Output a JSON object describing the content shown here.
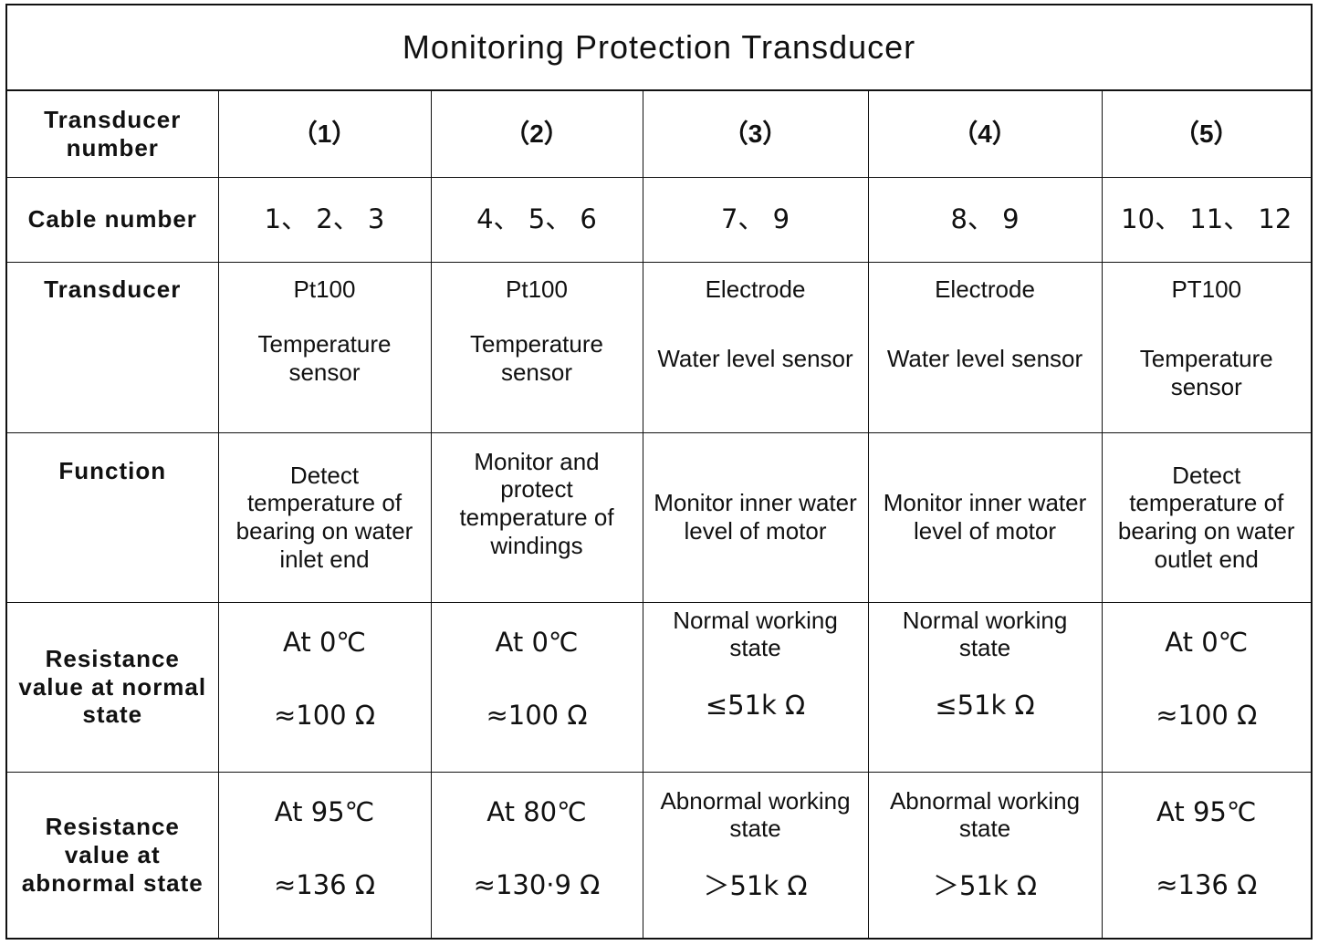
{
  "title": "Monitoring Protection Transducer",
  "headers": {
    "transducer_number": "Transducer number",
    "cable_number": "Cable number",
    "transducer": "Transducer",
    "function": "Function",
    "resistance_normal": "Resistance value at normal state",
    "resistance_abnormal": "Resistance value at abnormal state"
  },
  "columns": [
    {
      "number": "（1）",
      "cable": "1、 2、 3",
      "transducer_type": "Pt100",
      "transducer_desc": "Temperature sensor",
      "function": "Detect temperature of bearing on water inlet end",
      "normal_condition": "At 0℃",
      "normal_value": "≈100 Ω",
      "abnormal_condition": "At 95℃",
      "abnormal_value": "≈136 Ω"
    },
    {
      "number": "（2）",
      "cable": "4、 5、 6",
      "transducer_type": "Pt100",
      "transducer_desc": "Temperature sensor",
      "function": "Monitor and protect temperature of windings",
      "normal_condition": "At 0℃",
      "normal_value": "≈100 Ω",
      "abnormal_condition": "At 80℃",
      "abnormal_value": "≈130·9 Ω"
    },
    {
      "number": "（3）",
      "cable": "7、 9",
      "transducer_type": "Electrode",
      "transducer_desc": "Water level sensor",
      "function": "Monitor inner water level of motor",
      "normal_condition": "Normal working state",
      "normal_value": "≤51k Ω",
      "abnormal_condition": "Abnormal working state",
      "abnormal_value": "＞51k Ω"
    },
    {
      "number": "（4）",
      "cable": "8、 9",
      "transducer_type": "Electrode",
      "transducer_desc": "Water level sensor",
      "function": "Monitor inner water level of motor",
      "normal_condition": "Normal working state",
      "normal_value": "≤51k Ω",
      "abnormal_condition": "Abnormal working state",
      "abnormal_value": "＞51k Ω"
    },
    {
      "number": "（5）",
      "cable": "10、 11、 12",
      "transducer_type": "PT100",
      "transducer_desc": "Temperature sensor",
      "function": "Detect temperature of bearing on water outlet end",
      "normal_condition": "At 0℃",
      "normal_value": "≈100 Ω",
      "abnormal_condition": "At 95℃",
      "abnormal_value": "≈136 Ω"
    }
  ]
}
